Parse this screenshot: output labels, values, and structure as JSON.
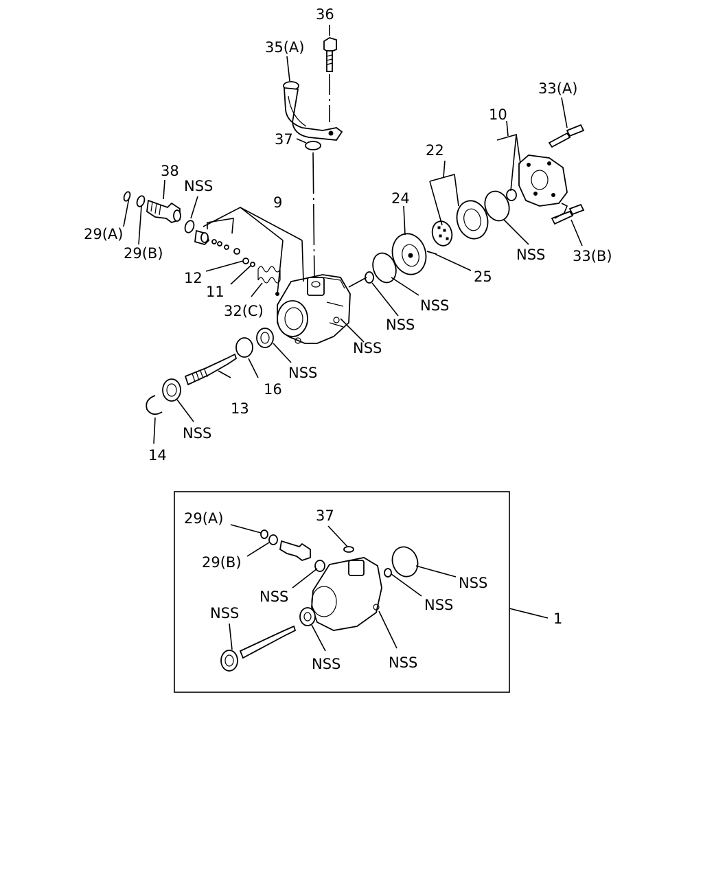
{
  "callouts": {
    "p36": "36",
    "p35a": "35(A)",
    "p37": "37",
    "p38": "38",
    "p29a": "29(A)",
    "p29b": "29(B)",
    "p9": "9",
    "p12": "12",
    "p11": "11",
    "p32c": "32(C)",
    "p13": "13",
    "p16": "16",
    "p14": "14",
    "p24": "24",
    "p22": "22",
    "p25": "25",
    "p10": "10",
    "p33a": "33(A)",
    "p33b": "33(B)",
    "nss": "NSS"
  },
  "inset": {
    "assembly_number": "1",
    "p29a": "29(A)",
    "p29b": "29(B)",
    "p37": "37",
    "nss": "NSS"
  }
}
